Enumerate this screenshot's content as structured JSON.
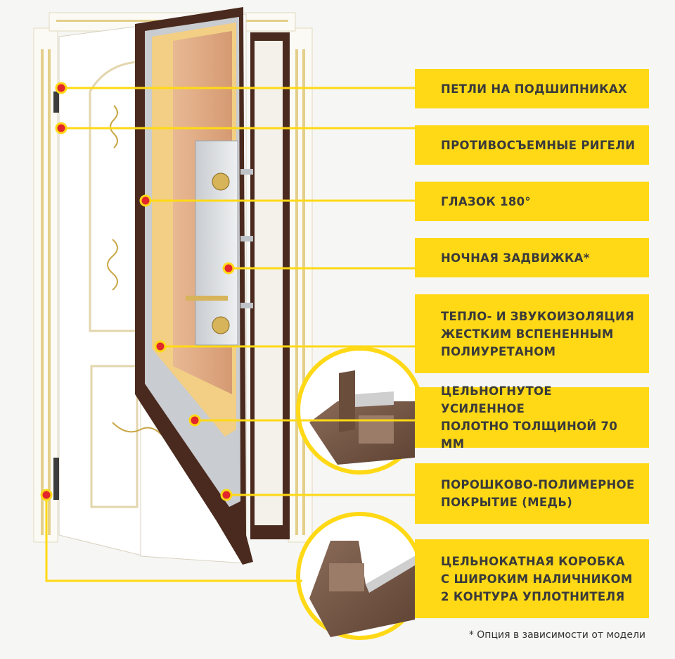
{
  "features": [
    {
      "id": "hinges",
      "label": "ПЕТЛИ НА ПОДШИПНИКАХ"
    },
    {
      "id": "anti-removal",
      "label": "ПРОТИВОСЪЕМНЫЕ РИГЕЛИ"
    },
    {
      "id": "peephole",
      "label": "ГЛАЗОК 180°"
    },
    {
      "id": "night-latch",
      "label": "НОЧНАЯ ЗАДВИЖКА*"
    },
    {
      "id": "insulation",
      "label": "ТЕПЛО- И ЗВУКОИЗОЛЯЦИЯ\nЖЕСТКИМ ВСПЕНЕННЫМ\nПОЛИУРЕТАНОМ"
    },
    {
      "id": "leaf",
      "label": "ЦЕЛЬНОГНУТОЕ УСИЛЕННОЕ\nПОЛОТНО ТОЛЩИНОЙ 70 ММ"
    },
    {
      "id": "coating",
      "label": "ПОРОШКОВО-ПОЛИМЕРНОЕ\nПОКРЫТИЕ (МЕДЬ)"
    },
    {
      "id": "frame",
      "label": "ЦЕЛЬНОКАТНАЯ КОРОБКА\nС ШИРОКИМ НАЛИЧНИКОМ\n2 КОНТУРА УПЛОТНИТЕЛЯ"
    }
  ],
  "footnote": "* Опция  в зависимости от модели",
  "colors": {
    "accent": "#ffd916",
    "marker": "#e3262b",
    "door": "#ffffff",
    "leaf_edge": "#4a2a1e",
    "insulation": "#f2cf84",
    "inner_panel": "#d9a582"
  }
}
